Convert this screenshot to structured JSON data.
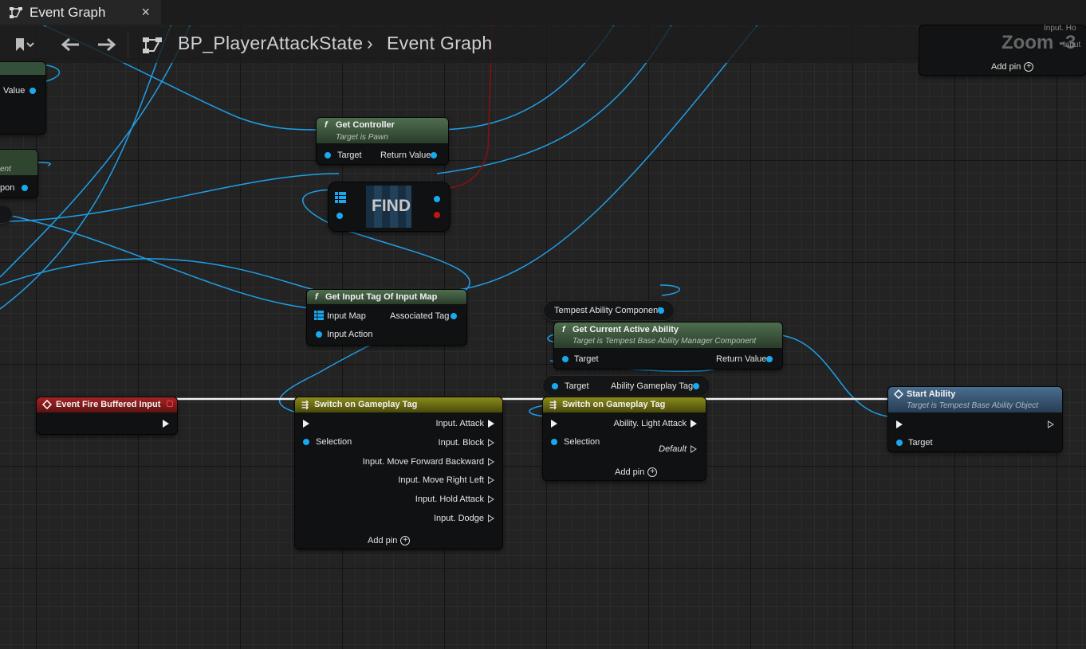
{
  "tab": {
    "title": "Event Graph",
    "close": "×"
  },
  "toolbar": {
    "back": "🡐",
    "forward": "🡒",
    "breadcrumb_blueprint": "BP_PlayerAttackState",
    "breadcrumb_sep": "›",
    "breadcrumb_graph": "Event Graph"
  },
  "zoom": {
    "label": "Zoom -3",
    "input_ho": "Input. Ho",
    "input": "Input",
    "add_pin": "Add pin"
  },
  "left_nodes": {
    "value": "Value",
    "ent": "ent",
    "pon": "pon"
  },
  "get_controller": {
    "title": "Get Controller",
    "subtitle": "Target is Pawn",
    "in": "Target",
    "out": "Return Value"
  },
  "find": {
    "label": "FIND"
  },
  "get_input_tag": {
    "title": "Get Input Tag Of Input Map",
    "in1": "Input Map",
    "in2": "Input Action",
    "out": "Associated Tag"
  },
  "tempest_component": {
    "label": "Tempest Ability Component"
  },
  "get_current_ability": {
    "title": "Get Current Active Ability",
    "subtitle": "Target is Tempest Base Ability Manager Component",
    "in": "Target",
    "out": "Return Value"
  },
  "ability_gameplay_tag": {
    "in": "Target",
    "out": "Ability Gameplay Tag"
  },
  "event_fire": {
    "title": "Event Fire Buffered Input"
  },
  "switch1": {
    "title": "Switch on Gameplay Tag",
    "selection": "Selection",
    "outputs": [
      "Input. Attack",
      "Input. Block",
      "Input. Move Forward Backward",
      "Input. Move Right Left",
      "Input. Hold Attack",
      "Input. Dodge"
    ],
    "add_pin": "Add pin"
  },
  "switch2": {
    "title": "Switch on Gameplay Tag",
    "selection": "Selection",
    "out1": "Ability. Light Attack",
    "default": "Default",
    "add_pin": "Add pin"
  },
  "start_ability": {
    "title": "Start Ability",
    "subtitle": "Target is Tempest Base Ability Object",
    "in": "Target"
  },
  "colors": {
    "pure_header": "#3f5a3f",
    "event_header": "#8a1c1c",
    "switch_header": "#6e6e10",
    "call_header": "#3a5a78",
    "object_pin": "#1aa8f0",
    "exec": "#f0f0f0"
  }
}
